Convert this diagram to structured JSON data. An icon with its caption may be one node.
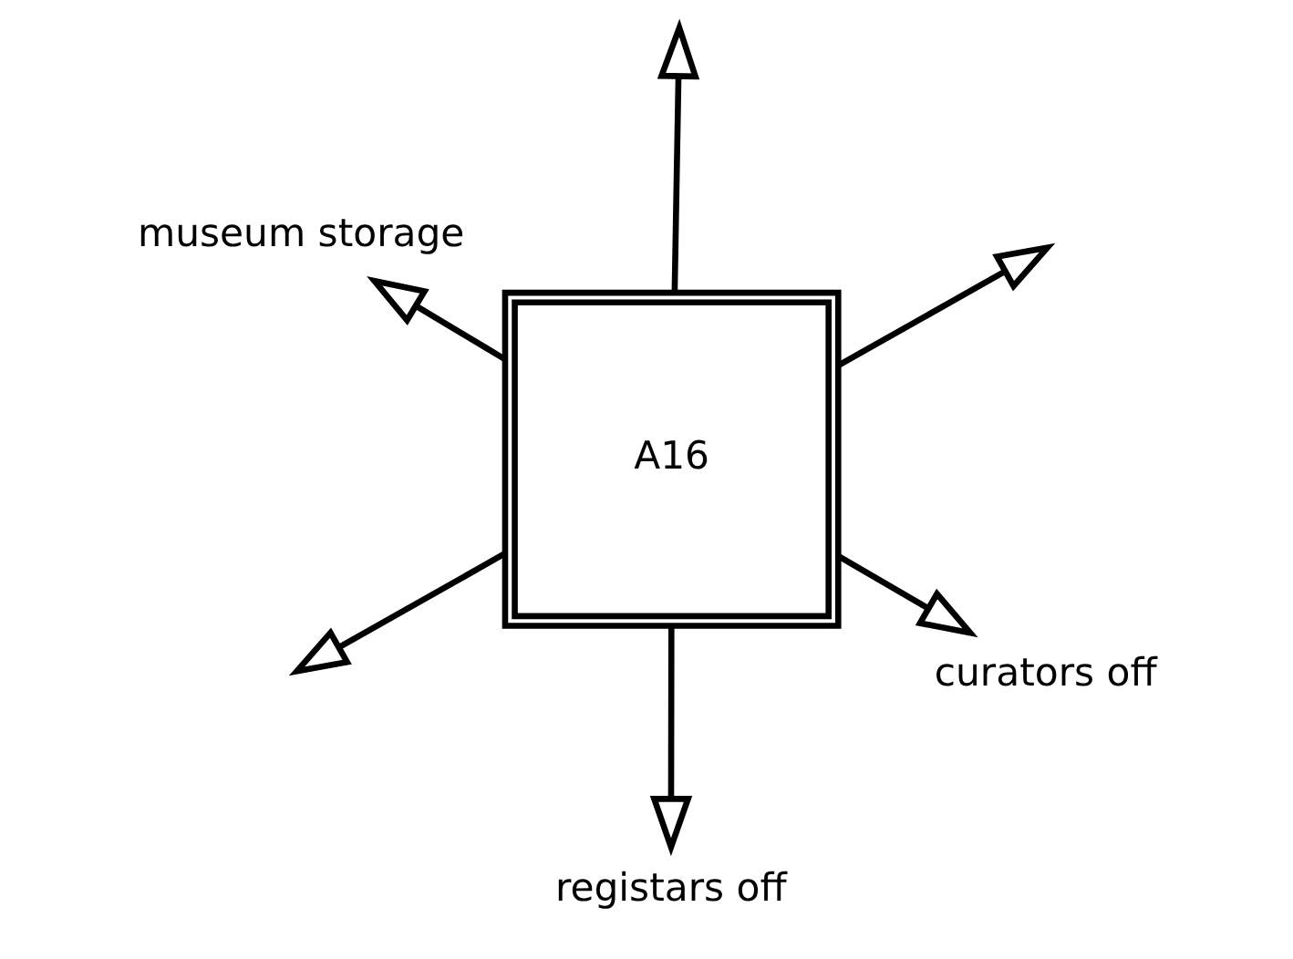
{
  "diagram": {
    "nodes": [
      {
        "text": [
          "A16"
        ]
      },
      {
        "text": [
          "curators off"
        ]
      },
      {
        "text": [
          "registars off"
        ]
      },
      {
        "text": [
          "museum storage"
        ]
      }
    ],
    "edges": [
      {
        "from": 0,
        "to": null,
        "arrow": "to"
      },
      {
        "from": 0,
        "to": 1,
        "arrow": "to"
      },
      {
        "from": 0,
        "to": 2,
        "arrow": "to"
      },
      {
        "from": 0,
        "to": null,
        "arrow": "to"
      },
      {
        "from": 0,
        "to": 3,
        "arrow": "to"
      },
      {
        "from": 0,
        "to": null,
        "arrow": "to"
      }
    ]
  }
}
